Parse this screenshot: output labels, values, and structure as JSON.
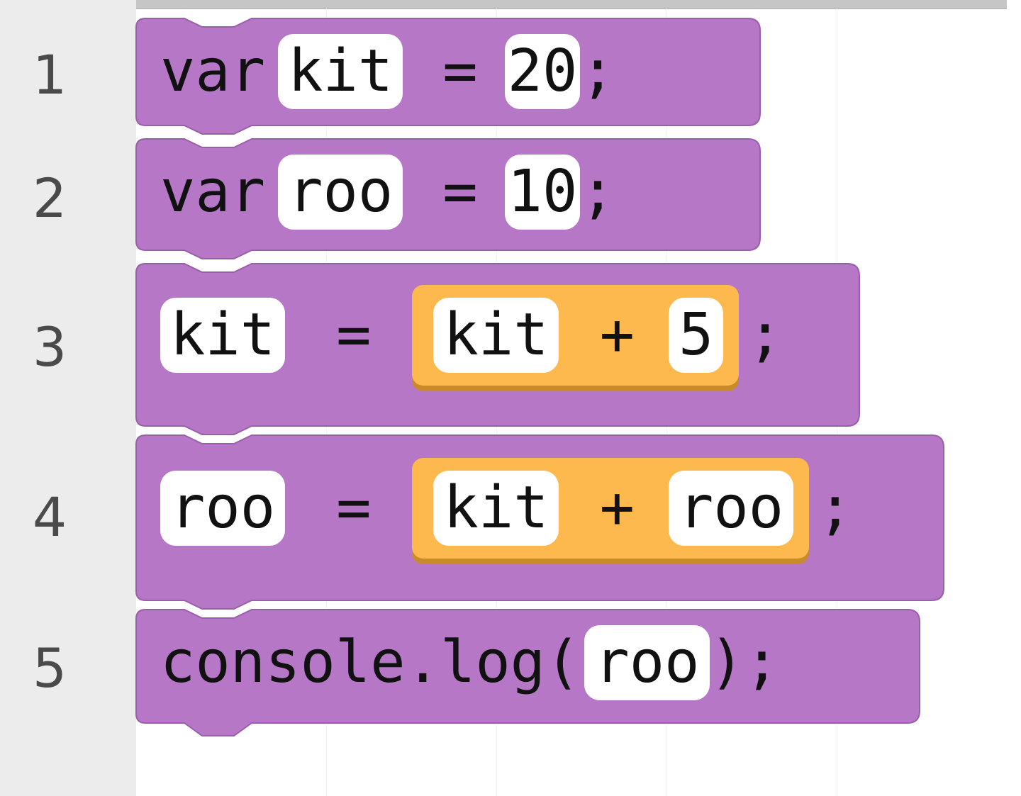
{
  "editor": {
    "line_numbers": [
      "1",
      "2",
      "3",
      "4",
      "5"
    ],
    "colors": {
      "statement_block": "#b677c6",
      "expression_block": "#fdb84e",
      "field_pill": "#ffffff",
      "gutter": "#ececec"
    },
    "lines": [
      {
        "kind": "var-declaration",
        "keyword": "var",
        "name": "kit",
        "operator": "=",
        "value": "20",
        "terminator": ";"
      },
      {
        "kind": "var-declaration",
        "keyword": "var",
        "name": "roo",
        "operator": "=",
        "value": "10",
        "terminator": ";"
      },
      {
        "kind": "assignment",
        "target": "kit",
        "operator": "=",
        "left": "kit",
        "binary_operator": "+",
        "right": "5",
        "terminator": ";"
      },
      {
        "kind": "assignment",
        "target": "roo",
        "operator": "=",
        "left": "kit",
        "binary_operator": "+",
        "right": "roo",
        "terminator": ";"
      },
      {
        "kind": "call",
        "callee": "console.log(",
        "argument": "roo",
        "close": ");"
      }
    ]
  }
}
